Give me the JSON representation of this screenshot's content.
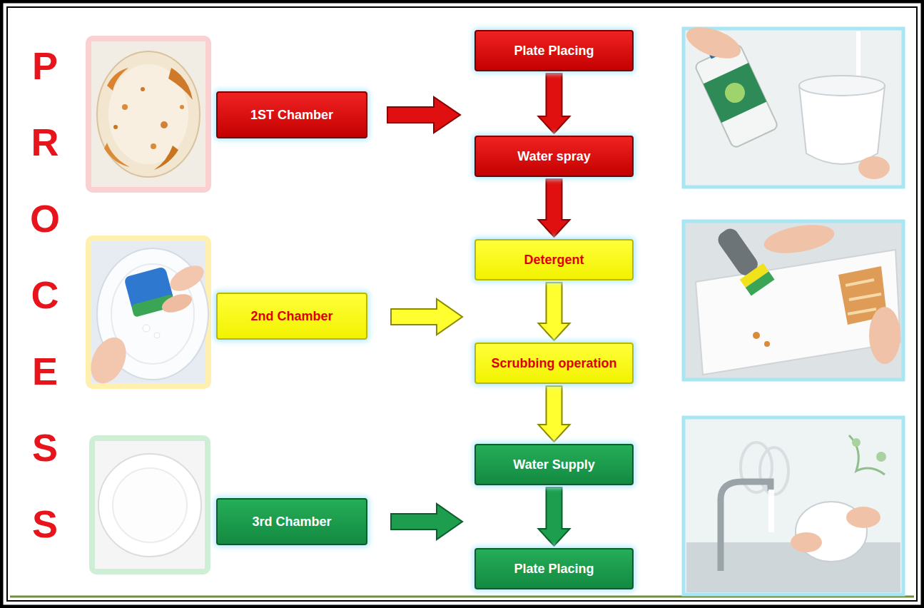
{
  "diagram": {
    "nodes": [
      {
        "text": [
          "1ST Chamber"
        ]
      },
      {
        "text": [
          "Plate Placing"
        ]
      },
      {
        "text": [
          "Water spray"
        ]
      },
      {
        "text": [
          "2nd Chamber"
        ]
      },
      {
        "text": [
          "Detergent"
        ]
      },
      {
        "text": [
          "Scrubbing operation"
        ]
      },
      {
        "text": [
          "3rd Chamber"
        ]
      },
      {
        "text": [
          "Water Supply"
        ]
      },
      {
        "text": [
          "Plate Placing"
        ]
      }
    ],
    "edges": [
      {
        "from": 1,
        "to": 2,
        "arrow": "to"
      },
      {
        "from": 2,
        "to": 4,
        "arrow": "to"
      },
      {
        "from": 4,
        "to": 5,
        "arrow": "to"
      },
      {
        "from": 5,
        "to": 7,
        "arrow": "to"
      },
      {
        "from": 7,
        "to": 8,
        "arrow": "to"
      }
    ],
    "labels": [
      "PROCESS"
    ]
  }
}
